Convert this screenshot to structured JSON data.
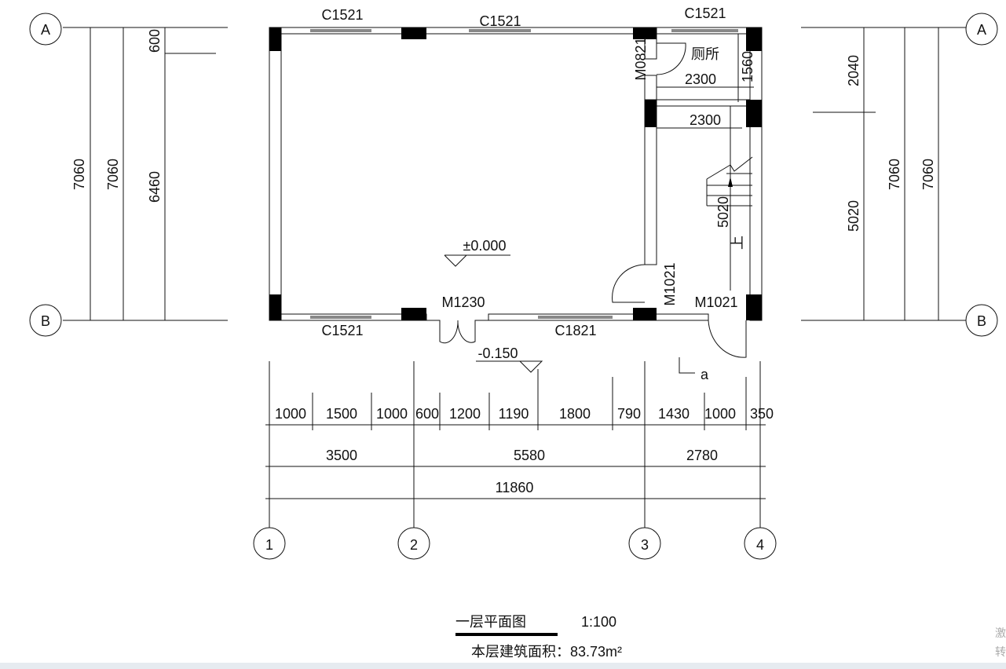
{
  "drawing": {
    "title": "一层平面图",
    "scale": "1:100",
    "area_note": "本层建筑面积：83.73m²",
    "axes": {
      "rows": [
        "A",
        "B"
      ],
      "cols": [
        "1",
        "2",
        "3",
        "4"
      ]
    },
    "windows": {
      "top_left": "C1521",
      "top_mid": "C1521",
      "top_right": "C1521",
      "bottom_left": "C1521",
      "bottom_mid": "C1821"
    },
    "doors": {
      "toilet": "M0821",
      "main": "M1230",
      "stair_inner": "M1021",
      "stair_outer": "M1021"
    },
    "room_toilet": "厕所",
    "levels": {
      "floor": "±0.000",
      "exterior": "-0.150"
    },
    "stair": {
      "dim": "5020",
      "up": "上"
    },
    "section_mark": "a",
    "inner_dims": {
      "toilet_w": "2300",
      "toilet_d": "1560",
      "stair_w": "2300"
    },
    "left_dims": {
      "total1": "7060",
      "total2": "7060",
      "part_main": "6460",
      "part_top": "600"
    },
    "right_dims": {
      "top": "2040",
      "bottom": "5020",
      "total1": "7060",
      "total2": "7060"
    },
    "bottom_dims": {
      "row1": [
        "1000",
        "1500",
        "1000",
        "600",
        "1200",
        "1190",
        "1800",
        "790",
        "1430",
        "1000",
        "350"
      ],
      "row2": [
        "3500",
        "5580",
        "2780"
      ],
      "row3": [
        "11860"
      ]
    }
  },
  "watermark": {
    "line1": "激",
    "line2": "转"
  }
}
